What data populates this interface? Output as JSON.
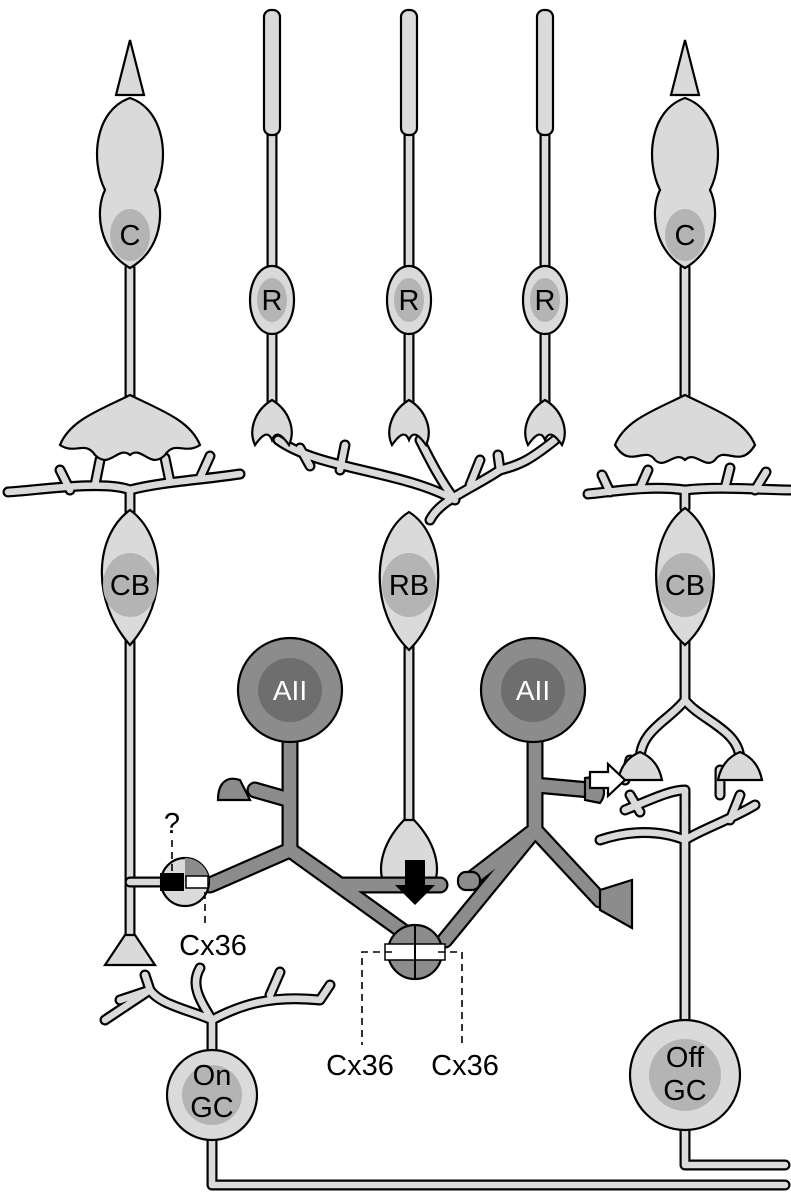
{
  "cells": {
    "cone_left": "C",
    "cone_right": "C",
    "rod_1": "R",
    "rod_2": "R",
    "rod_3": "R",
    "cone_bipolar_left": "CB",
    "cone_bipolar_right": "CB",
    "rod_bipolar": "RB",
    "aii_left": "AII",
    "aii_right": "AII",
    "on_gc_line1": "On",
    "on_gc_line2": "GC",
    "off_gc_line1": "Off",
    "off_gc_line2": "GC"
  },
  "annotations": {
    "question": "?",
    "cx36_left": "Cx36",
    "cx36_center_left": "Cx36",
    "cx36_center_right": "Cx36"
  },
  "colors": {
    "light_cell_fill": "#dadada",
    "nucleus_fill": "#b4b4b4",
    "aii_fill": "#8c8c8c",
    "aii_nucleus": "#6e6e6e",
    "outline": "#000000"
  }
}
